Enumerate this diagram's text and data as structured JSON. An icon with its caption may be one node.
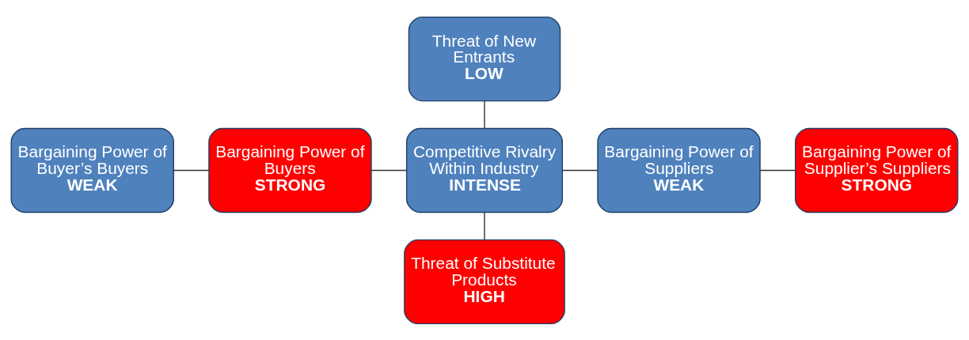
{
  "diagram": {
    "nodes": [
      {
        "text": [
          "Threat of New Entrants",
          "LOW"
        ]
      },
      {
        "text": [
          "Bargaining Power of Buyer’s Buyers",
          "WEAK"
        ]
      },
      {
        "text": [
          "Bargaining Power of Buyers",
          "STRONG"
        ]
      },
      {
        "text": [
          "Competitive Rivalry Within Industry",
          "INTENSE"
        ]
      },
      {
        "text": [
          "Bargaining Power of Suppliers",
          "WEAK"
        ]
      },
      {
        "text": [
          "Bargaining Power of Supplier’s Suppliers",
          "STRONG"
        ]
      },
      {
        "text": [
          "Threat of Substitute Products",
          "HIGH"
        ]
      }
    ],
    "edges": [
      {
        "from": 0,
        "to": 3,
        "arrow": "none"
      },
      {
        "from": 1,
        "to": 2,
        "arrow": "none"
      },
      {
        "from": 2,
        "to": 3,
        "arrow": "none"
      },
      {
        "from": 3,
        "to": 4,
        "arrow": "none"
      },
      {
        "from": 4,
        "to": 5,
        "arrow": "none"
      },
      {
        "from": 3,
        "to": 6,
        "arrow": "none"
      }
    ]
  }
}
